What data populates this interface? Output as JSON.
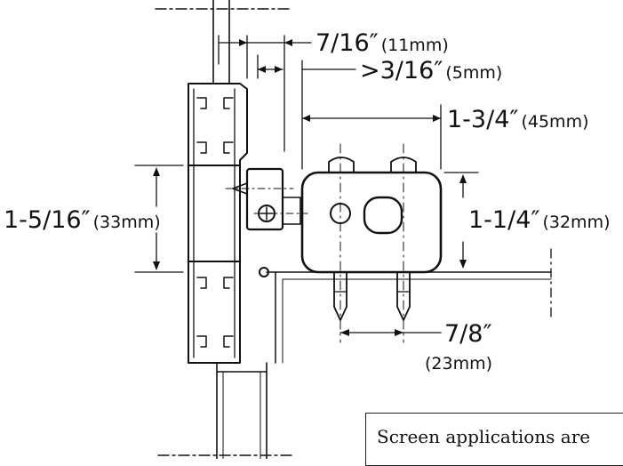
{
  "dimensions": {
    "gap_top": {
      "main": "7/16″",
      "sub": "(11mm)"
    },
    "gap_min": {
      "main": ">3/16″",
      "sub": "(5mm)"
    },
    "body_width": {
      "main": "1-3/4″",
      "sub": "(45mm)"
    },
    "frame_height": {
      "main": "1-5/16″",
      "sub": "(33mm)"
    },
    "body_height": {
      "main": "1-1/4″",
      "sub": "(32mm)"
    },
    "screw_spacing": {
      "main": "7/8″",
      "sub": "(23mm)"
    }
  },
  "note": {
    "text": "Screen applications are"
  }
}
